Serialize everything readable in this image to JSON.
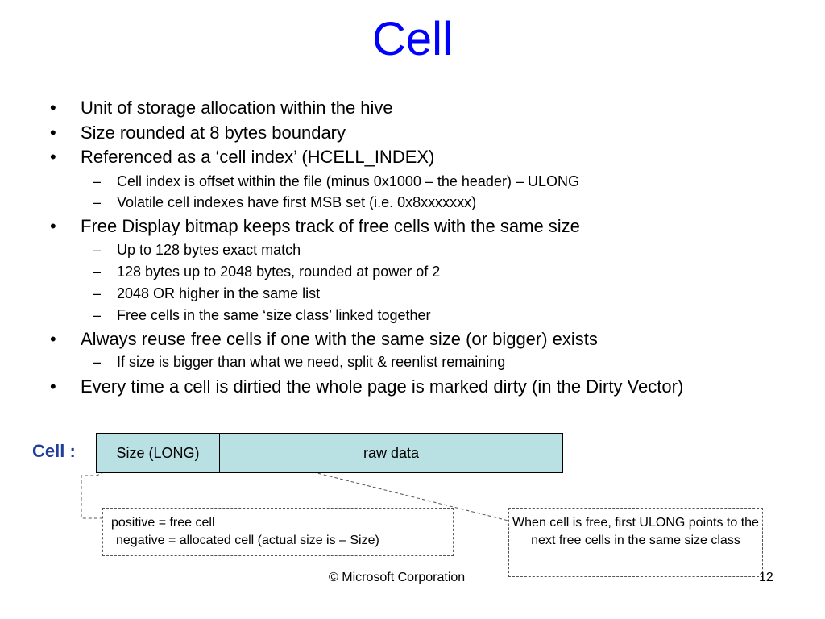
{
  "slide": {
    "title": "Cell",
    "bullets": [
      {
        "level": 1,
        "marker": "•",
        "text": "Unit of storage allocation within the hive"
      },
      {
        "level": 1,
        "marker": "•",
        "text": "Size rounded at 8 bytes boundary"
      },
      {
        "level": 1,
        "marker": "•",
        "text": "Referenced as a ‘cell index’ (HCELL_INDEX)"
      },
      {
        "level": 2,
        "marker": "–",
        "text": "Cell index is offset within the file (minus 0x1000 – the header) – ULONG"
      },
      {
        "level": 2,
        "marker": "–",
        "text": "Volatile cell indexes have first MSB set (i.e. 0x8xxxxxxx)"
      },
      {
        "level": 1,
        "marker": "•",
        "text": "Free Display bitmap keeps track of free cells with the same size"
      },
      {
        "level": 2,
        "marker": "–",
        "text": "Up to 128 bytes exact match"
      },
      {
        "level": 2,
        "marker": "–",
        "text": "128 bytes up to 2048 bytes, rounded at power of 2"
      },
      {
        "level": 2,
        "marker": "–",
        "text": "2048 OR higher in the same list"
      },
      {
        "level": 2,
        "marker": "–",
        "text": "Free cells in the same ‘size class’ linked together"
      },
      {
        "level": 1,
        "marker": "•",
        "text": "Always reuse free cells if one with the same size (or bigger) exists"
      },
      {
        "level": 2,
        "marker": "–",
        "text": "If size is bigger than what we need, split & reenlist remaining"
      },
      {
        "level": 1,
        "marker": "•",
        "text": "Every time a cell is dirtied the whole page is marked dirty (in the Dirty Vector)"
      }
    ]
  },
  "diagram": {
    "cell_label": "Cell :",
    "size_field": "Size (LONG)",
    "raw_field": "raw data",
    "note_free_line1": "positive = free cell",
    "note_free_line2": "negative = allocated cell (actual size is – Size)",
    "note_ulong": "When cell is free, first ULONG points to the next free cells in the same size class"
  },
  "footer": {
    "copyright": "© Microsoft Corporation",
    "page_number": "12"
  },
  "colors": {
    "title": "#0000ff",
    "cell_label": "#1f3d9c",
    "cell_fill": "#b9e0e3"
  }
}
